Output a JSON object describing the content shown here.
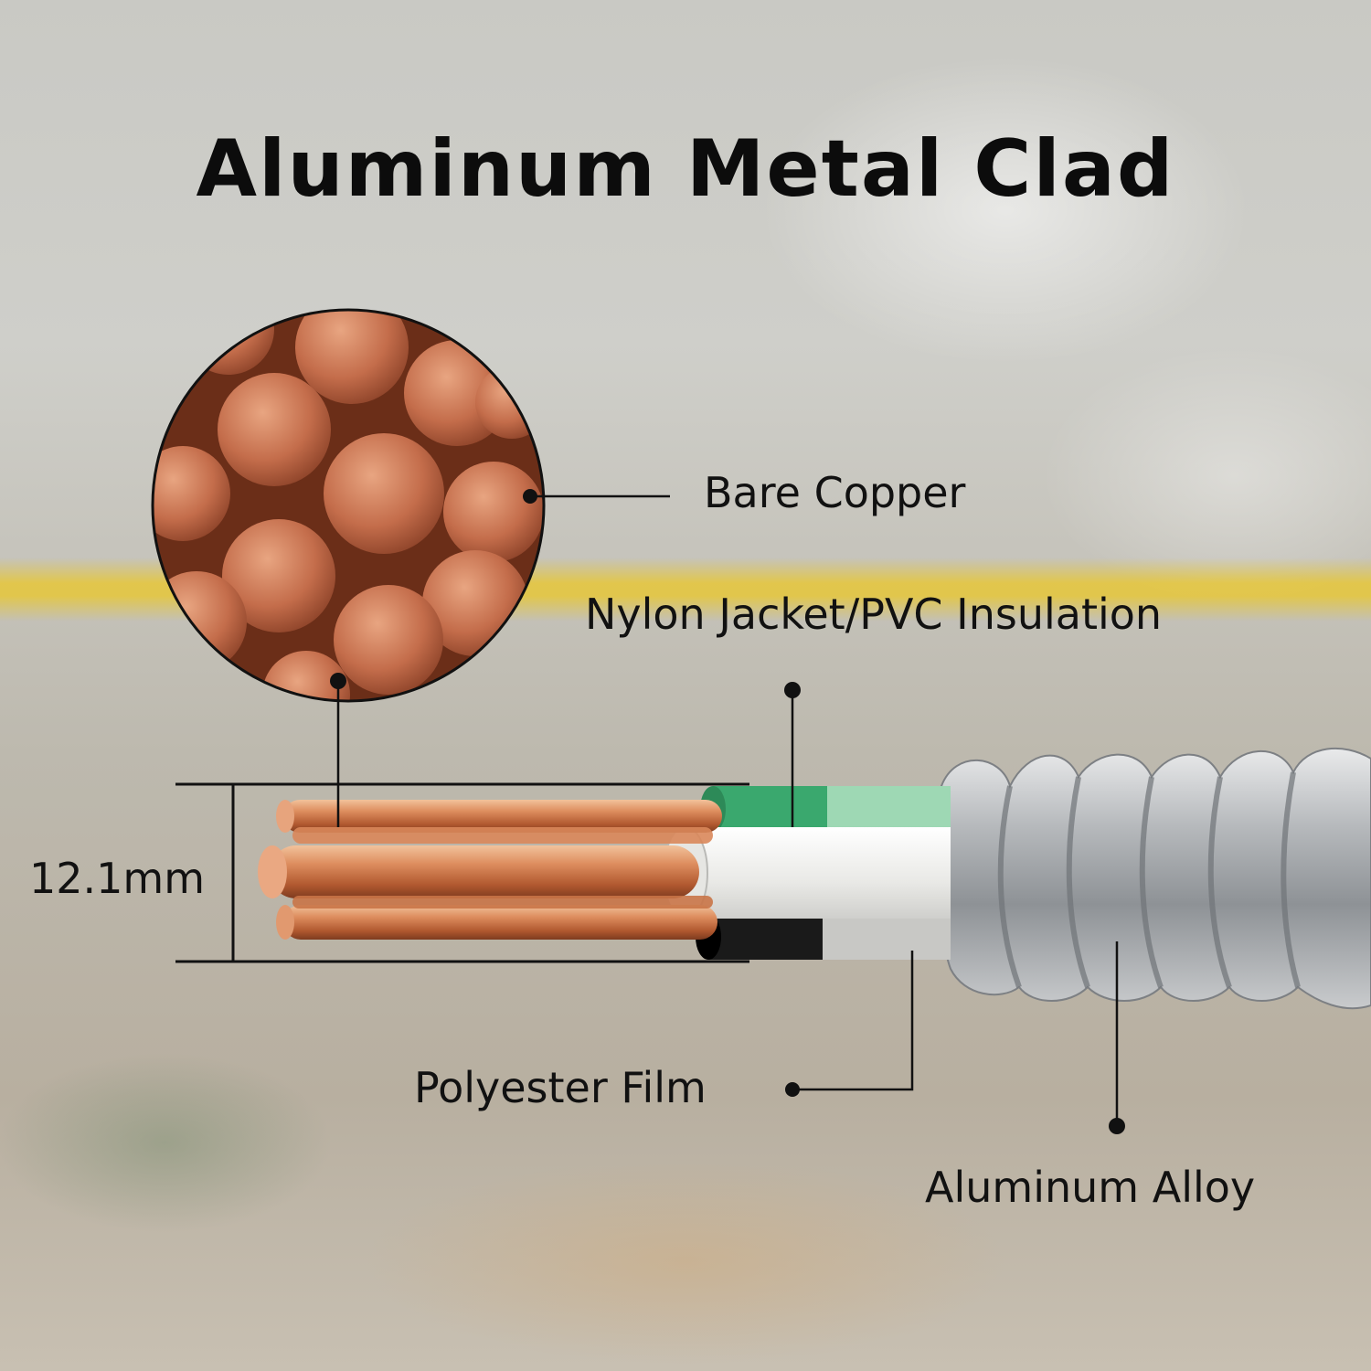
{
  "title": "Aluminum Metal Clad",
  "labels": {
    "bare_copper": "Bare Copper",
    "nylon_jacket": "Nylon Jacket/PVC Insulation",
    "polyester_film": "Polyester Film",
    "aluminum_alloy": "Aluminum Alloy"
  },
  "dimension": "12.1mm",
  "colors": {
    "copper": "#c8754f",
    "insulation_green": "#3aa86e",
    "insulation_white": "#f2f2f0",
    "insulation_black": "#1a1a1a",
    "armor": "#a7aaad",
    "highlight_stripe": "#ebc828"
  }
}
